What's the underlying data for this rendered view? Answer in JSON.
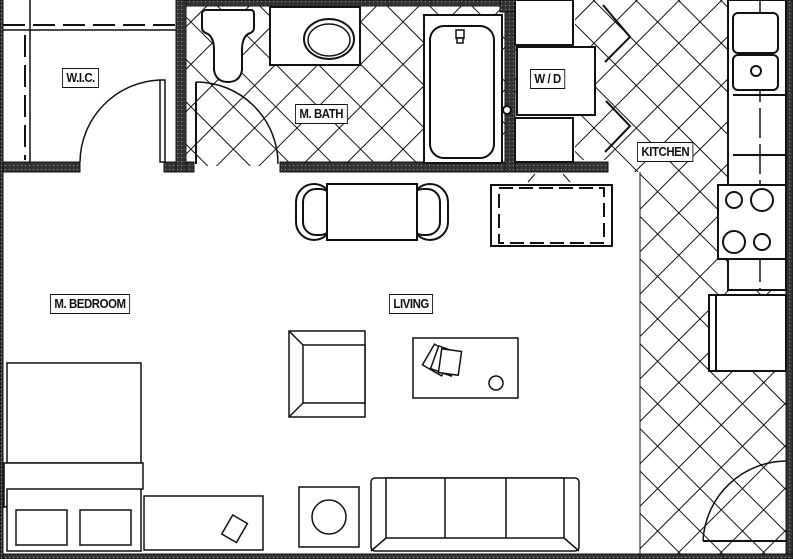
{
  "floor_plan": {
    "rooms": [
      {
        "id": "wic",
        "label": "W.I.C."
      },
      {
        "id": "master_bath",
        "label": "M. BATH"
      },
      {
        "id": "washer_dryer",
        "label": "W / D"
      },
      {
        "id": "kitchen",
        "label": "KITCHEN"
      },
      {
        "id": "master_bedroom",
        "label": "M. BEDROOM"
      },
      {
        "id": "living",
        "label": "LIVING"
      }
    ],
    "fixtures": {
      "bath": [
        "toilet",
        "vanity-sink",
        "bathtub"
      ],
      "kitchen": [
        "double-sink",
        "cooktop-4-burner",
        "refrigerator",
        "counters"
      ],
      "laundry": [
        "washer-dryer"
      ],
      "bedroom": [
        "bed",
        "nightstands",
        "dresser"
      ],
      "living": [
        "dining-table",
        "tv-console",
        "armchair",
        "coffee-table",
        "sofa",
        "end-table"
      ]
    },
    "colors": {
      "line": "#111111",
      "wall": "#222222",
      "background": "#ffffff"
    }
  }
}
